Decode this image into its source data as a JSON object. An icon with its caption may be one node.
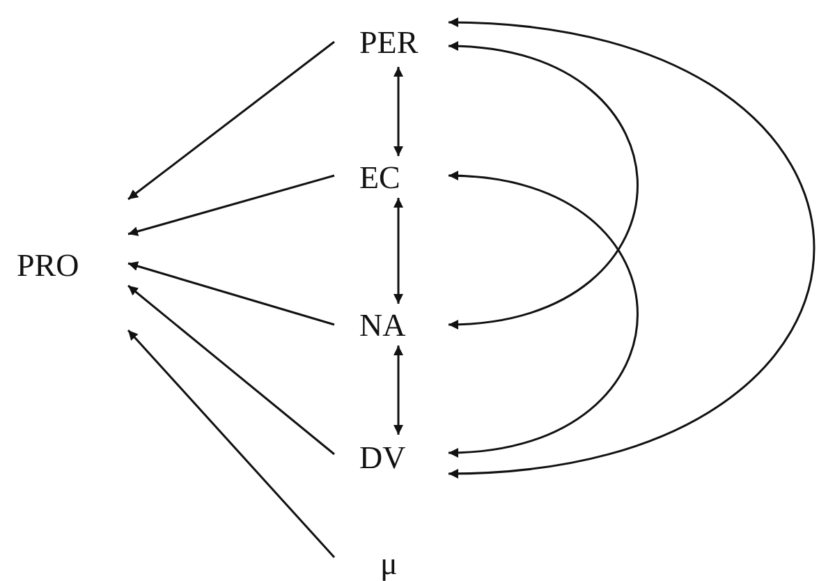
{
  "diagram": {
    "nodes": [
      {
        "text": [
          "PRO"
        ]
      },
      {
        "text": [
          "PER"
        ]
      },
      {
        "text": [
          "EC"
        ]
      },
      {
        "text": [
          "NA"
        ]
      },
      {
        "text": [
          "DV"
        ]
      },
      {
        "text": [
          "μ"
        ]
      }
    ],
    "edges": [
      {
        "from": 1,
        "to": 0,
        "arrow": "to"
      },
      {
        "from": 2,
        "to": 0,
        "arrow": "to"
      },
      {
        "from": 3,
        "to": 0,
        "arrow": "to"
      },
      {
        "from": 4,
        "to": 0,
        "arrow": "to"
      },
      {
        "from": 5,
        "to": 0,
        "arrow": "to"
      },
      {
        "from": 1,
        "to": 2,
        "arrow": "both"
      },
      {
        "from": 2,
        "to": 3,
        "arrow": "both"
      },
      {
        "from": 3,
        "to": 4,
        "arrow": "both"
      },
      {
        "from": 1,
        "to": 3,
        "arrow": "both"
      },
      {
        "from": 2,
        "to": 4,
        "arrow": "both"
      },
      {
        "from": 1,
        "to": 4,
        "arrow": "both"
      }
    ]
  }
}
